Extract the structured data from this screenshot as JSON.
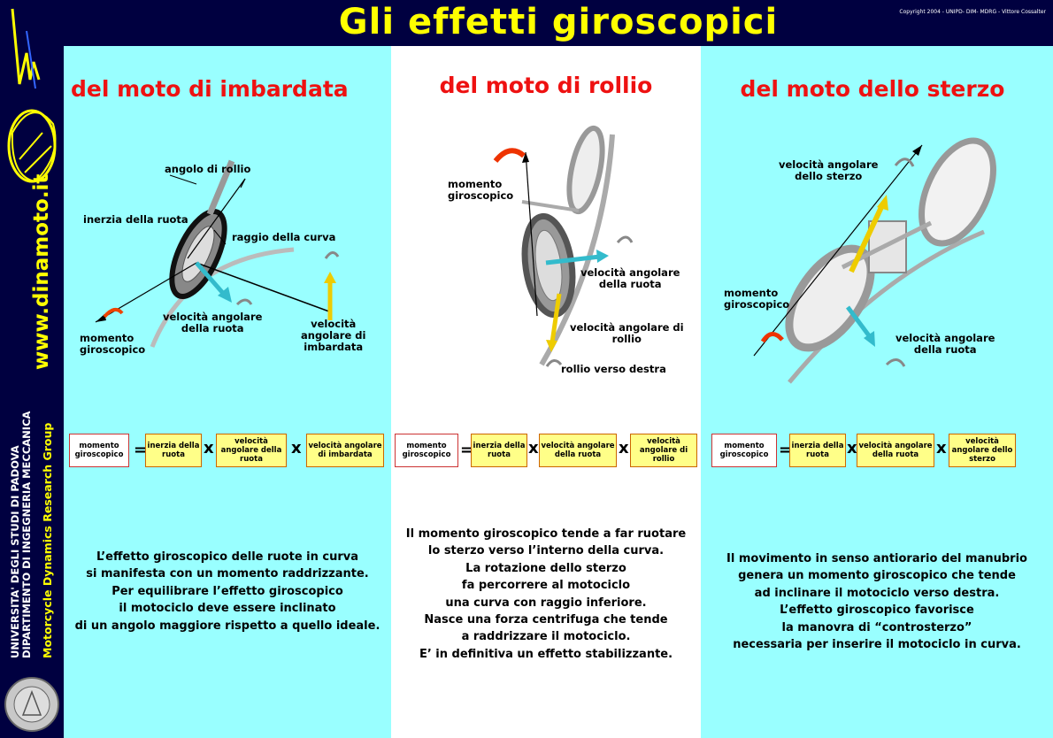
{
  "header": {
    "title": "Gli effetti giroscopici",
    "copyright": "Copyright 2004 - UNIPD- DIM- MDRG - Vittore Cossalter"
  },
  "sidebar": {
    "website": "www.dinamoto.it",
    "university_line1": "UNIVERSITA' DEGLI STUDI DI PADOVA",
    "university_line2": "DIPARTIMENTO DI INGEGNERIA MECCANICA",
    "group": "Motorcycle Dynamics Research Group"
  },
  "colors": {
    "background": "#000040",
    "title": "#ffff00",
    "panel_cyan": "#99ffff",
    "heading_red": "#ee1111",
    "box_yellow": "#ffff88"
  },
  "panels": [
    {
      "title": "del moto di imbardata",
      "labels": {
        "roll_angle": "angolo di rollio",
        "wheel_inertia": "inerzia della ruota",
        "curve_radius": "raggio della curva",
        "wheel_angular_velocity": "velocità angolare\ndella ruota",
        "gyro_moment": "momento\ngiroscopico",
        "yaw_velocity": "velocità\nangolare di\nimbardata"
      },
      "formula": [
        "momento giroscopico",
        "inerzia della ruota",
        "velocità angolare della ruota",
        "velocità angolare di imbardata"
      ],
      "text": [
        "L’effetto giroscopico delle ruote in curva",
        "si manifesta con un momento raddrizzante.",
        "Per equilibrare l’effetto giroscopico",
        "il motociclo deve essere inclinato",
        "di un angolo maggiore rispetto a quello ideale."
      ]
    },
    {
      "title": "del moto di rollio",
      "labels": {
        "gyro_moment": "momento\ngiroscopico",
        "wheel_angular_velocity": "velocità angolare\ndella ruota",
        "roll_velocity": "velocità angolare di\nrollio",
        "roll_right": "rollio verso destra"
      },
      "formula": [
        "momento giroscopico",
        "inerzia della ruota",
        "velocità angolare della ruota",
        "velocità angolare di rollio"
      ],
      "text": [
        "Il momento giroscopico tende a far ruotare",
        "lo sterzo verso l’interno della curva.",
        "La rotazione dello sterzo",
        "fa percorrere al motociclo",
        "una curva con raggio inferiore.",
        "Nasce una forza centrifuga che tende",
        "a raddrizzare il motociclo.",
        "E’ in definitiva un effetto stabilizzante."
      ]
    },
    {
      "title": "del moto dello sterzo",
      "labels": {
        "steer_velocity": "velocità angolare\ndello sterzo",
        "gyro_moment": "momento\ngiroscopico",
        "wheel_angular_velocity": "velocità angolare\ndella ruota"
      },
      "formula": [
        "momento giroscopico",
        "inerzia della ruota",
        "velocità angolare della ruota",
        "velocità angolare dello sterzo"
      ],
      "text": [
        "Il movimento in senso antiorario del manubrio",
        "genera un momento giroscopico che tende",
        "ad inclinare il motociclo verso destra.",
        "L’effetto giroscopico favorisce",
        "la manovra di “controsterzo”",
        "necessaria per inserire il motociclo in curva."
      ]
    }
  ],
  "operators": {
    "equals": "=",
    "times": "x"
  }
}
